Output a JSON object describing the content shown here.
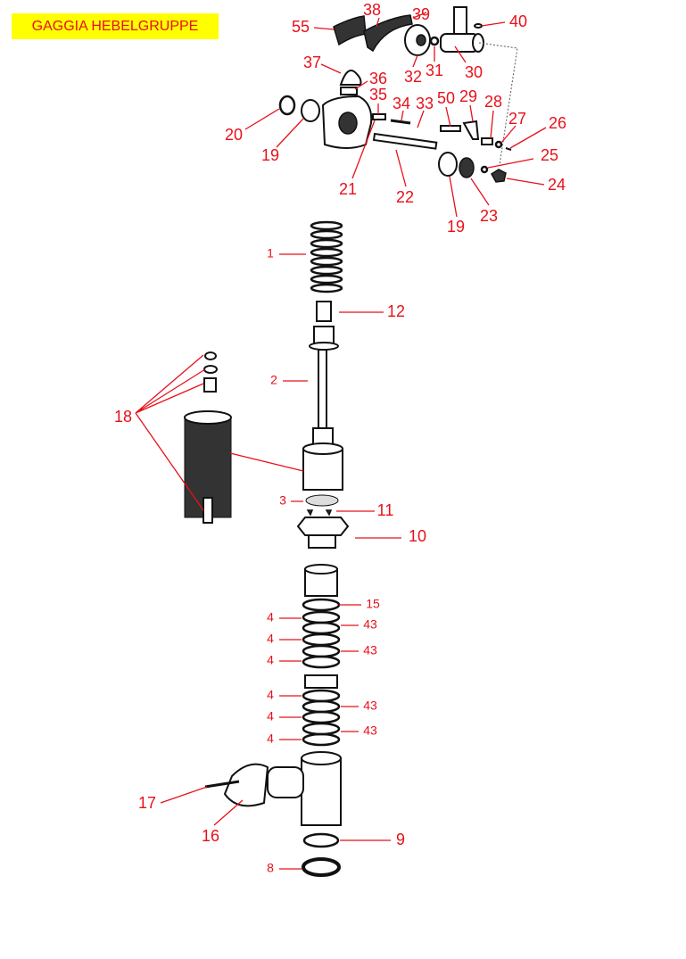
{
  "title": "GAGGIA HEBELGRUPPE",
  "colors": {
    "label": "#e8101a",
    "title_bg": "#ffff00"
  },
  "labels": {
    "l55": "55",
    "l38": "38",
    "l39": "39",
    "l40": "40",
    "l37": "37",
    "l36": "36",
    "l35": "35",
    "l34": "34",
    "l33": "33",
    "l50": "50",
    "l29": "29",
    "l28": "28",
    "l27": "27",
    "l26": "26",
    "l25": "25",
    "l24": "24",
    "l23": "23",
    "l19b": "19",
    "l22": "22",
    "l21": "21",
    "l19a": "19",
    "l20": "20",
    "l32": "32",
    "l31": "31",
    "l30": "30",
    "l1": "1",
    "l12": "12",
    "l2": "2",
    "l18": "18",
    "l3": "3",
    "l11": "11",
    "l10": "10",
    "l15": "15",
    "l4a": "4",
    "l4b": "4",
    "l4c": "4",
    "l4d": "4",
    "l4e": "4",
    "l4f": "4",
    "l43a": "43",
    "l43b": "43",
    "l43c": "43",
    "l43d": "43",
    "l17": "17",
    "l16": "16",
    "l9": "9",
    "l8": "8"
  }
}
